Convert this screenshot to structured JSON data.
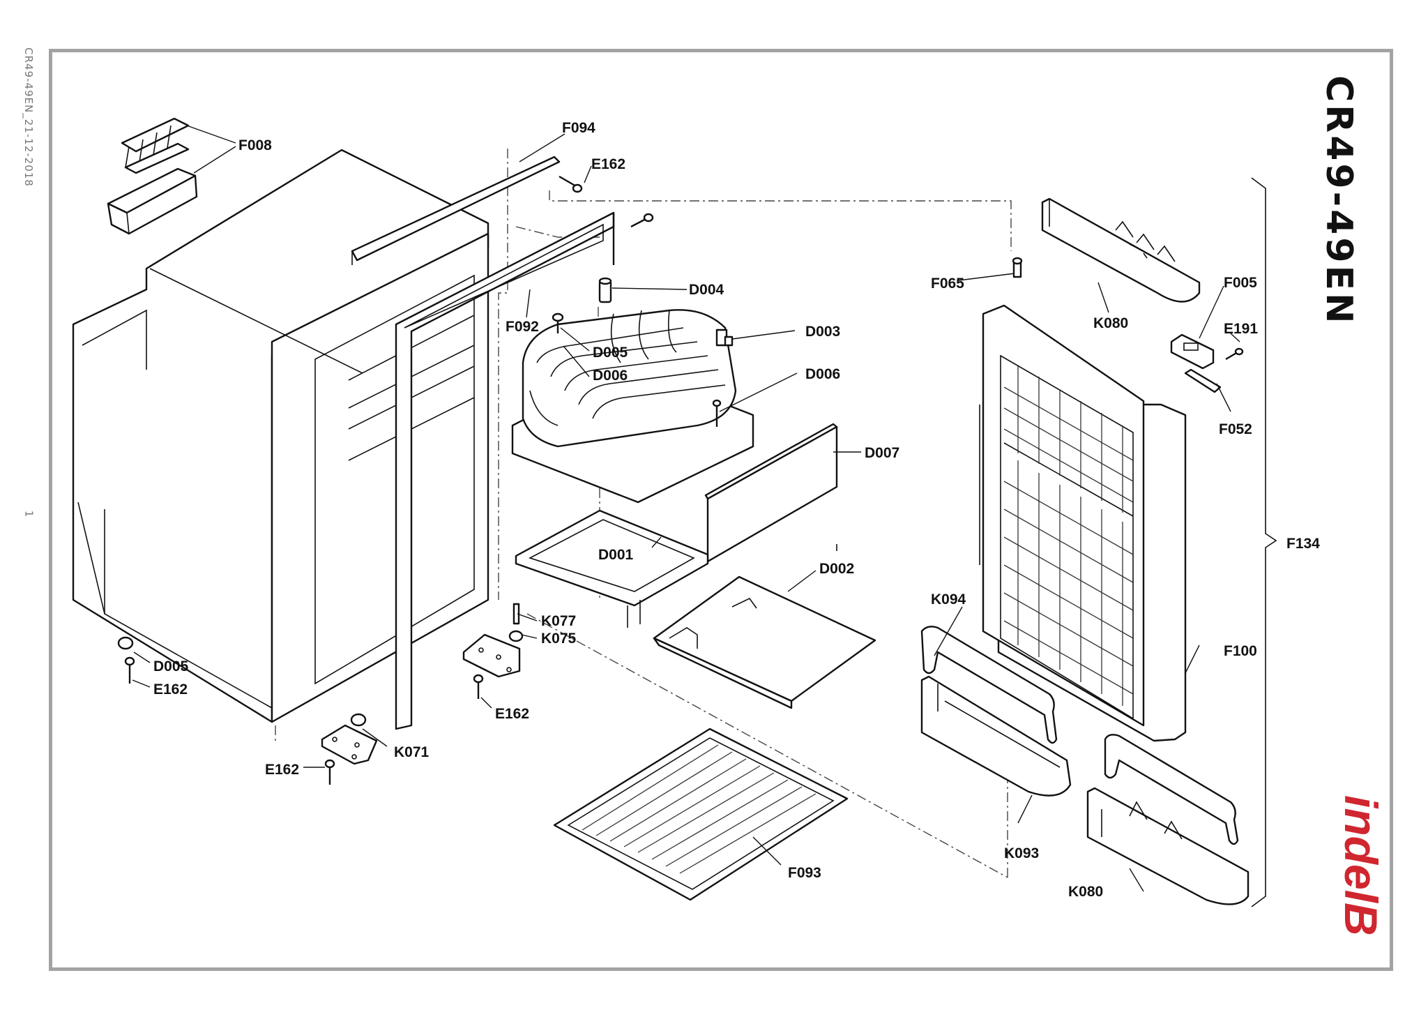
{
  "sheet": {
    "reference": "CR49-49EN_21-12-2018",
    "page_number": "1",
    "model_title": "CR49-49EN",
    "brand": "indelB",
    "brand_color": "#d0262f",
    "frame_color": "#a3a3a3"
  },
  "callouts": {
    "F008": "F008",
    "F094": "F094",
    "E162_top": "E162",
    "D004": "D004",
    "F092": "F092",
    "D005_top": "D005",
    "D006_left": "D006",
    "D003": "D003",
    "D006_right": "D006",
    "D007": "D007",
    "D001": "D001",
    "D002": "D002",
    "K077": "K077",
    "K075": "K075",
    "D005_bottom": "D005",
    "E162_left": "E162",
    "E162_mid": "E162",
    "K071": "K071",
    "E162_bottom": "E162",
    "F093": "F093",
    "F065": "F065",
    "K080_top": "K080",
    "F005": "F005",
    "E191": "E191",
    "F052": "F052",
    "F134": "F134",
    "K094": "K094",
    "F100": "F100",
    "K093": "K093",
    "K080_bottom": "K080"
  }
}
